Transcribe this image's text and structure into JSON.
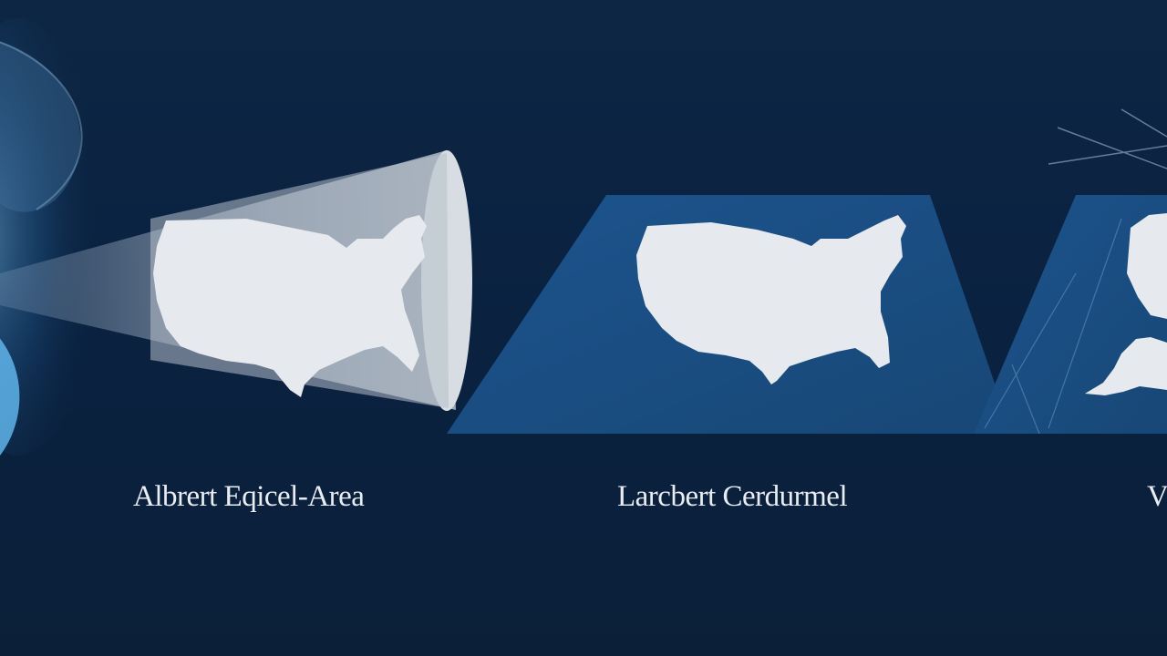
{
  "projections": [
    {
      "label": "Albrert Eqicel-Area",
      "map_color": "#e6e9ee",
      "accent": "#2a5d92"
    },
    {
      "label": "Larcbert Cerdurmel",
      "map_color": "#e6e9ee",
      "accent": "#1b4f86"
    },
    {
      "label": "V",
      "map_color": "#e6e9ee",
      "accent": "#1b4f86"
    }
  ],
  "colors": {
    "background": "#0c2440",
    "panel": "#1b4f86",
    "cone_light": "#cfd6de"
  }
}
